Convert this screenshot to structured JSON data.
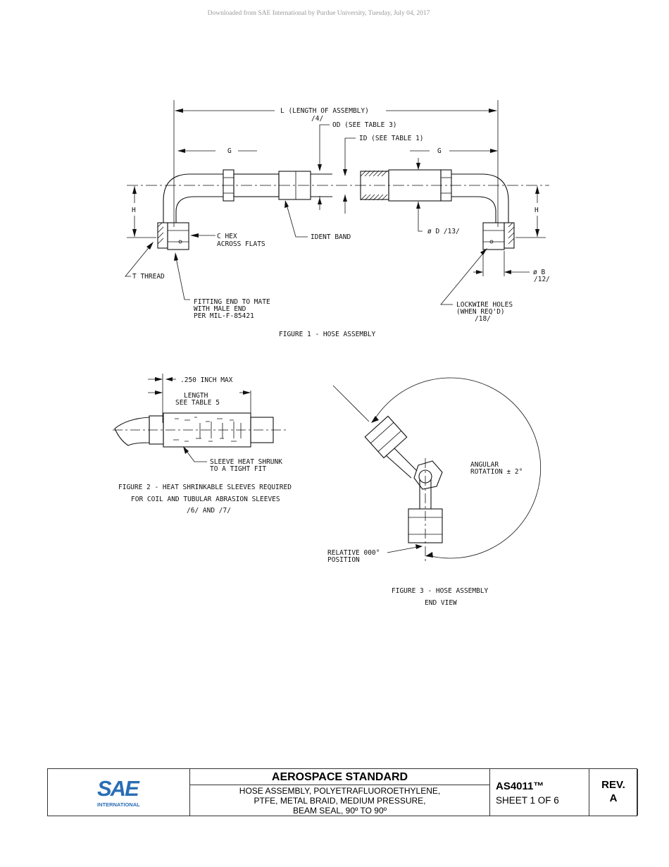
{
  "header": {
    "download_note": "Downloaded from SAE International by Purdue University, Tuesday, July 04, 2017"
  },
  "figure1": {
    "caption": "FIGURE 1 - HOSE ASSEMBLY",
    "length_label": "L (LENGTH OF ASSEMBLY)",
    "length_note": "/4/",
    "od_label": "OD (SEE TABLE 3)",
    "id_label": "ID (SEE TABLE 1)",
    "g_left": "G",
    "g_right": "G",
    "h_left": "H",
    "h_right": "H",
    "c_hex_line1": "C HEX",
    "c_hex_line2": "ACROSS FLATS",
    "ident_band": "IDENT BAND",
    "d_label": "ø D /13/",
    "t_thread": "T THREAD",
    "b_label": "ø B",
    "b_note": "/12/",
    "fitting_line1": "FITTING END TO MATE",
    "fitting_line2": "WITH MALE END",
    "fitting_line3": "PER MIL-F-85421",
    "lockwire_line1": "LOCKWIRE HOLES",
    "lockwire_line2": "(WHEN REQ'D)",
    "lockwire_line3": "/18/"
  },
  "figure2": {
    "max_label": ".250 INCH MAX",
    "length_line1": "LENGTH",
    "length_line2": "SEE TABLE 5",
    "sleeve_line1": "SLEEVE HEAT SHRUNK",
    "sleeve_line2": "TO A TIGHT FIT",
    "caption_line1": "FIGURE 2 - HEAT SHRINKABLE SLEEVES REQUIRED",
    "caption_line2": "FOR COIL AND TUBULAR ABRASION SLEEVES",
    "caption_line3": "/6/ AND /7/"
  },
  "figure3": {
    "angular_line1": "ANGULAR",
    "angular_line2": "ROTATION  ± 2°",
    "relative_line1": "RELATIVE 000°",
    "relative_line2": "POSITION",
    "caption_line1": "FIGURE 3 - HOSE ASSEMBLY",
    "caption_line2": "END VIEW"
  },
  "title_block": {
    "logo_text": "SAE",
    "logo_subtext": "INTERNATIONAL",
    "heading": "AEROSPACE STANDARD",
    "desc_line1": "HOSE ASSEMBLY, POLYETRAFLUOROETHYLENE,",
    "desc_line2": "PTFE, METAL BRAID, MEDIUM PRESSURE,",
    "desc_line3": "BEAM SEAL, 90º TO 90º",
    "doc_number": "AS4011™",
    "sheet": "SHEET 1 OF 6",
    "rev_label": "REV.",
    "rev_value": "A"
  },
  "colors": {
    "logo_blue": "#2a6db5",
    "header_gray": "#9a9a9a"
  }
}
